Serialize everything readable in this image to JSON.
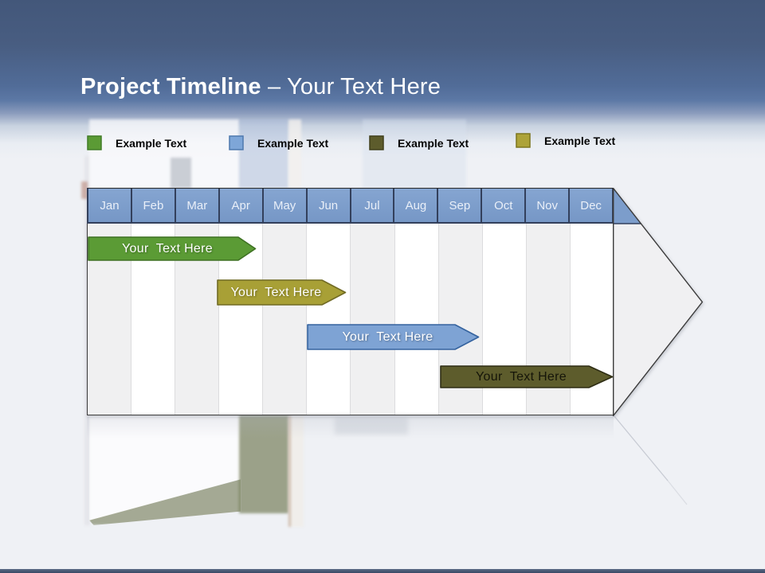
{
  "title": {
    "main": "Project Timeline",
    "suffix": " – Your Text Here"
  },
  "legend": {
    "items": [
      {
        "label": "Example Text",
        "color": "#5B9B35",
        "border": "#417C26"
      },
      {
        "label": "Example Text",
        "color": "#7EA6D8",
        "border": "#4E79AE"
      },
      {
        "label": "Example Text",
        "color": "#5D5C2C",
        "border": "#403F1B"
      },
      {
        "label": "Example Text",
        "color": "#ADA339",
        "border": "#7D761F"
      }
    ]
  },
  "timeline": {
    "months": [
      "Jan",
      "Feb",
      "Mar",
      "Apr",
      "May",
      "Jun",
      "Jul",
      "Aug",
      "Sep",
      "Oct",
      "Nov",
      "Dec"
    ],
    "header_color": "#7C9DCB",
    "bars": [
      {
        "label": "Your  Text Here",
        "start": "Jan",
        "end": "Apr",
        "fill": "#5B9B35",
        "border": "#3E7122",
        "text_color": "#FFFFFF"
      },
      {
        "label": "Your  Text Here",
        "start": "Apr",
        "end": "Jun",
        "fill": "#A8A036",
        "border": "#716B24",
        "text_color": "#FFFFFF"
      },
      {
        "label": "Your  Text Here",
        "start": "Jun",
        "end": "Sep",
        "fill": "#7EA3D4",
        "border": "#35639F",
        "text_color": "#FFFFFF"
      },
      {
        "label": "Your  Text Here",
        "start": "Sep",
        "end": "Dec",
        "fill": "#5D5C2C",
        "border": "#2E2D14",
        "text_color": "#151509"
      }
    ]
  }
}
